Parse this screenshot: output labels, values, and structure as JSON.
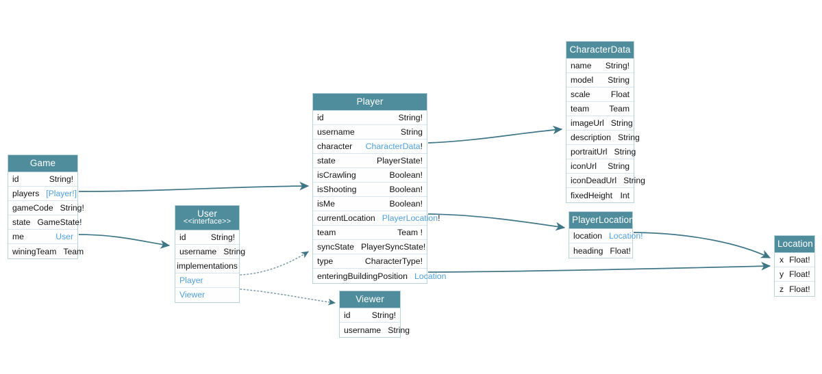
{
  "diagram": {
    "title": "GraphQL schema entity relationship diagram",
    "colors": {
      "header_fill": "#4f8d9c",
      "header_text": "#ffffff",
      "row_fill": "#fefeff",
      "border": "#b9d2da",
      "row_border": "#d7e6ec",
      "link_type": "#4d9fe0",
      "edge": "#3e7686",
      "background": "#ffffff"
    },
    "entities": [
      {
        "id": "game",
        "name": "Game",
        "fields": [
          {
            "name": "id",
            "type": "String!",
            "link": false
          },
          {
            "name": "players",
            "type": "[Player!]",
            "link": true
          },
          {
            "name": "gameCode",
            "type": "String!",
            "link": false
          },
          {
            "name": "state",
            "type": "GameState!",
            "link": false
          },
          {
            "name": "me",
            "type": "User",
            "link": true
          },
          {
            "name": "winingTeam",
            "type": "Team",
            "link": false
          }
        ]
      },
      {
        "id": "user",
        "name": "User",
        "stereotype": "<<interface>>",
        "fields": [
          {
            "name": "id",
            "type": "String!",
            "link": false
          },
          {
            "name": "username",
            "type": "String",
            "link": false
          }
        ],
        "section_label": "implementations",
        "implementations": [
          "Player",
          "Viewer"
        ]
      },
      {
        "id": "player",
        "name": "Player",
        "fields": [
          {
            "name": "id",
            "type": "String!",
            "link": false
          },
          {
            "name": "username",
            "type": "String",
            "link": false
          },
          {
            "name": "character",
            "type": "CharacterData",
            "suffix": "!",
            "link": true
          },
          {
            "name": "state",
            "type": "PlayerState!",
            "link": false
          },
          {
            "name": "isCrawling",
            "type": "Boolean!",
            "link": false
          },
          {
            "name": "isShooting",
            "type": "Boolean!",
            "link": false
          },
          {
            "name": "isMe",
            "type": "Boolean!",
            "link": false
          },
          {
            "name": "currentLocation",
            "type": "PlayerLocation",
            "suffix": "!",
            "link": true
          },
          {
            "name": "team",
            "type": "Team !",
            "link": false
          },
          {
            "name": "syncState",
            "type": "PlayerSyncState!",
            "link": false
          },
          {
            "name": "type",
            "type": "CharacterType!",
            "link": false
          },
          {
            "name": "enteringBuildingPosition",
            "type": "Location",
            "link": true
          }
        ]
      },
      {
        "id": "characterdata",
        "name": "CharacterData",
        "fields": [
          {
            "name": "name",
            "type": "String!",
            "link": false
          },
          {
            "name": "model",
            "type": "String",
            "link": false
          },
          {
            "name": "scale",
            "type": "Float",
            "link": false
          },
          {
            "name": "team",
            "type": "Team",
            "link": false
          },
          {
            "name": "imageUrl",
            "type": "String",
            "link": false
          },
          {
            "name": "description",
            "type": "String",
            "link": false
          },
          {
            "name": "portraitUrl",
            "type": "String",
            "link": false
          },
          {
            "name": "iconUrl",
            "type": "String",
            "link": false
          },
          {
            "name": "iconDeadUrl",
            "type": "String",
            "link": false
          },
          {
            "name": "fixedHeight",
            "type": "Int",
            "link": false
          }
        ]
      },
      {
        "id": "playerlocation",
        "name": "PlayerLocation",
        "fields": [
          {
            "name": "location",
            "type": "Location!",
            "link": true
          },
          {
            "name": "heading",
            "type": "Float!",
            "link": false
          }
        ]
      },
      {
        "id": "location",
        "name": "Location",
        "fields": [
          {
            "name": "x",
            "type": "Float!",
            "link": false
          },
          {
            "name": "y",
            "type": "Float!",
            "link": false
          },
          {
            "name": "z",
            "type": "Float!",
            "link": false
          }
        ]
      },
      {
        "id": "viewer",
        "name": "Viewer",
        "fields": [
          {
            "name": "id",
            "type": "String!",
            "link": false
          },
          {
            "name": "username",
            "type": "String",
            "link": false
          }
        ]
      }
    ],
    "edges": [
      {
        "from": "game.players",
        "to": "player",
        "style": "solid"
      },
      {
        "from": "game.me",
        "to": "user",
        "style": "solid"
      },
      {
        "from": "player.character",
        "to": "characterdata",
        "style": "solid"
      },
      {
        "from": "player.currentLocation",
        "to": "playerlocation",
        "style": "solid"
      },
      {
        "from": "player.enteringBuildingPosition",
        "to": "location",
        "style": "solid"
      },
      {
        "from": "playerlocation.location",
        "to": "location",
        "style": "solid"
      },
      {
        "from": "user.Player",
        "to": "player",
        "style": "dotted"
      },
      {
        "from": "user.Viewer",
        "to": "viewer",
        "style": "dotted"
      }
    ]
  }
}
